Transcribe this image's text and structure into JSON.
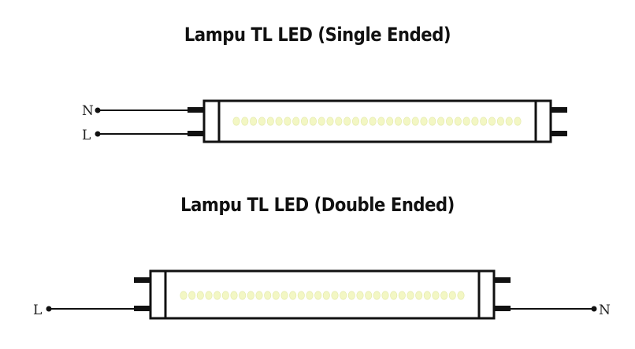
{
  "diagram": {
    "single_ended": {
      "title": "Lampu TL LED (Single Ended)",
      "labels": {
        "n": "N",
        "l": "L"
      },
      "led_count": 34
    },
    "double_ended": {
      "title": "Lampu TL LED (Double Ended)",
      "labels": {
        "l": "L",
        "n": "N"
      },
      "led_count": 34
    },
    "colors": {
      "line": "#111111",
      "led": "#f3f7c4",
      "tube": "#ffffff"
    }
  }
}
